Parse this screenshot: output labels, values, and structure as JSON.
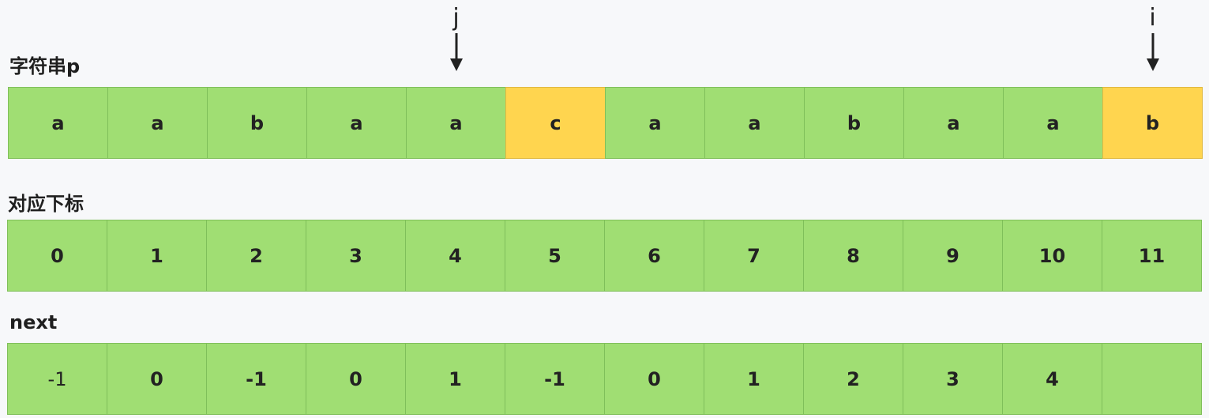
{
  "labels": {
    "string": "字符串p",
    "index": "对应下标",
    "next": "next"
  },
  "pointers": [
    {
      "name": "j",
      "target_index": 4
    },
    {
      "name": "i",
      "target_index": 11
    }
  ],
  "colors": {
    "cell": "#a0de73",
    "highlight": "#ffd54f"
  },
  "string_cells": [
    {
      "value": "a",
      "highlight": false
    },
    {
      "value": "a",
      "highlight": false
    },
    {
      "value": "b",
      "highlight": false
    },
    {
      "value": "a",
      "highlight": false
    },
    {
      "value": "a",
      "highlight": false
    },
    {
      "value": "c",
      "highlight": true
    },
    {
      "value": "a",
      "highlight": false
    },
    {
      "value": "a",
      "highlight": false
    },
    {
      "value": "b",
      "highlight": false
    },
    {
      "value": "a",
      "highlight": false
    },
    {
      "value": "a",
      "highlight": false
    },
    {
      "value": "b",
      "highlight": true
    }
  ],
  "index_cells": [
    "0",
    "1",
    "2",
    "3",
    "4",
    "5",
    "6",
    "7",
    "8",
    "9",
    "10",
    "11"
  ],
  "next_cells": [
    {
      "value": "-1",
      "light": true
    },
    {
      "value": "0",
      "light": false
    },
    {
      "value": "-1",
      "light": false
    },
    {
      "value": "0",
      "light": false
    },
    {
      "value": "1",
      "light": false
    },
    {
      "value": "-1",
      "light": false
    },
    {
      "value": "0",
      "light": false
    },
    {
      "value": "1",
      "light": false
    },
    {
      "value": "2",
      "light": false
    },
    {
      "value": "3",
      "light": false
    },
    {
      "value": "4",
      "light": false
    },
    {
      "value": "",
      "light": false
    }
  ]
}
